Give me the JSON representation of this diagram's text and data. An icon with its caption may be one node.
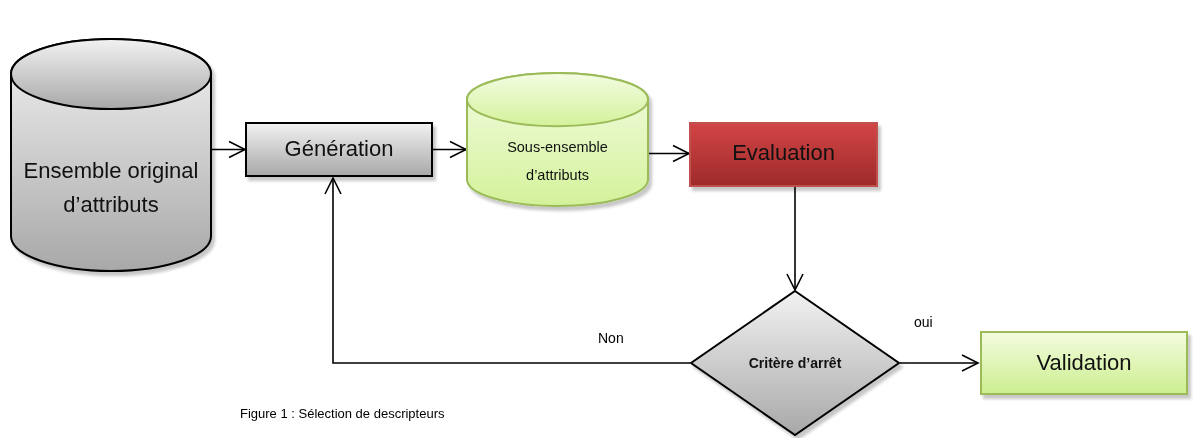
{
  "diagram": {
    "caption": "Figure 1 : Sélection de descripteurs",
    "nodes": [
      {
        "text": [
          "Ensemble original d’attributs"
        ]
      },
      {
        "text": [
          "Génération"
        ]
      },
      {
        "text": [
          "Sous-ensemble d’attributs"
        ]
      },
      {
        "text": [
          "Evaluation"
        ]
      },
      {
        "text": [
          "Critère d’arrêt"
        ]
      },
      {
        "text": [
          "Validation"
        ]
      }
    ],
    "edges": [
      {
        "from": 0,
        "to": 1,
        "arrow": "to"
      },
      {
        "from": 1,
        "to": 2,
        "arrow": "to"
      },
      {
        "from": 2,
        "to": 3,
        "arrow": "to"
      },
      {
        "from": 3,
        "to": 4,
        "arrow": "to"
      },
      {
        "from": 4,
        "to": 1,
        "arrow": "to",
        "label": "Non"
      },
      {
        "from": 4,
        "to": 5,
        "arrow": "to",
        "label": "oui"
      }
    ]
  }
}
